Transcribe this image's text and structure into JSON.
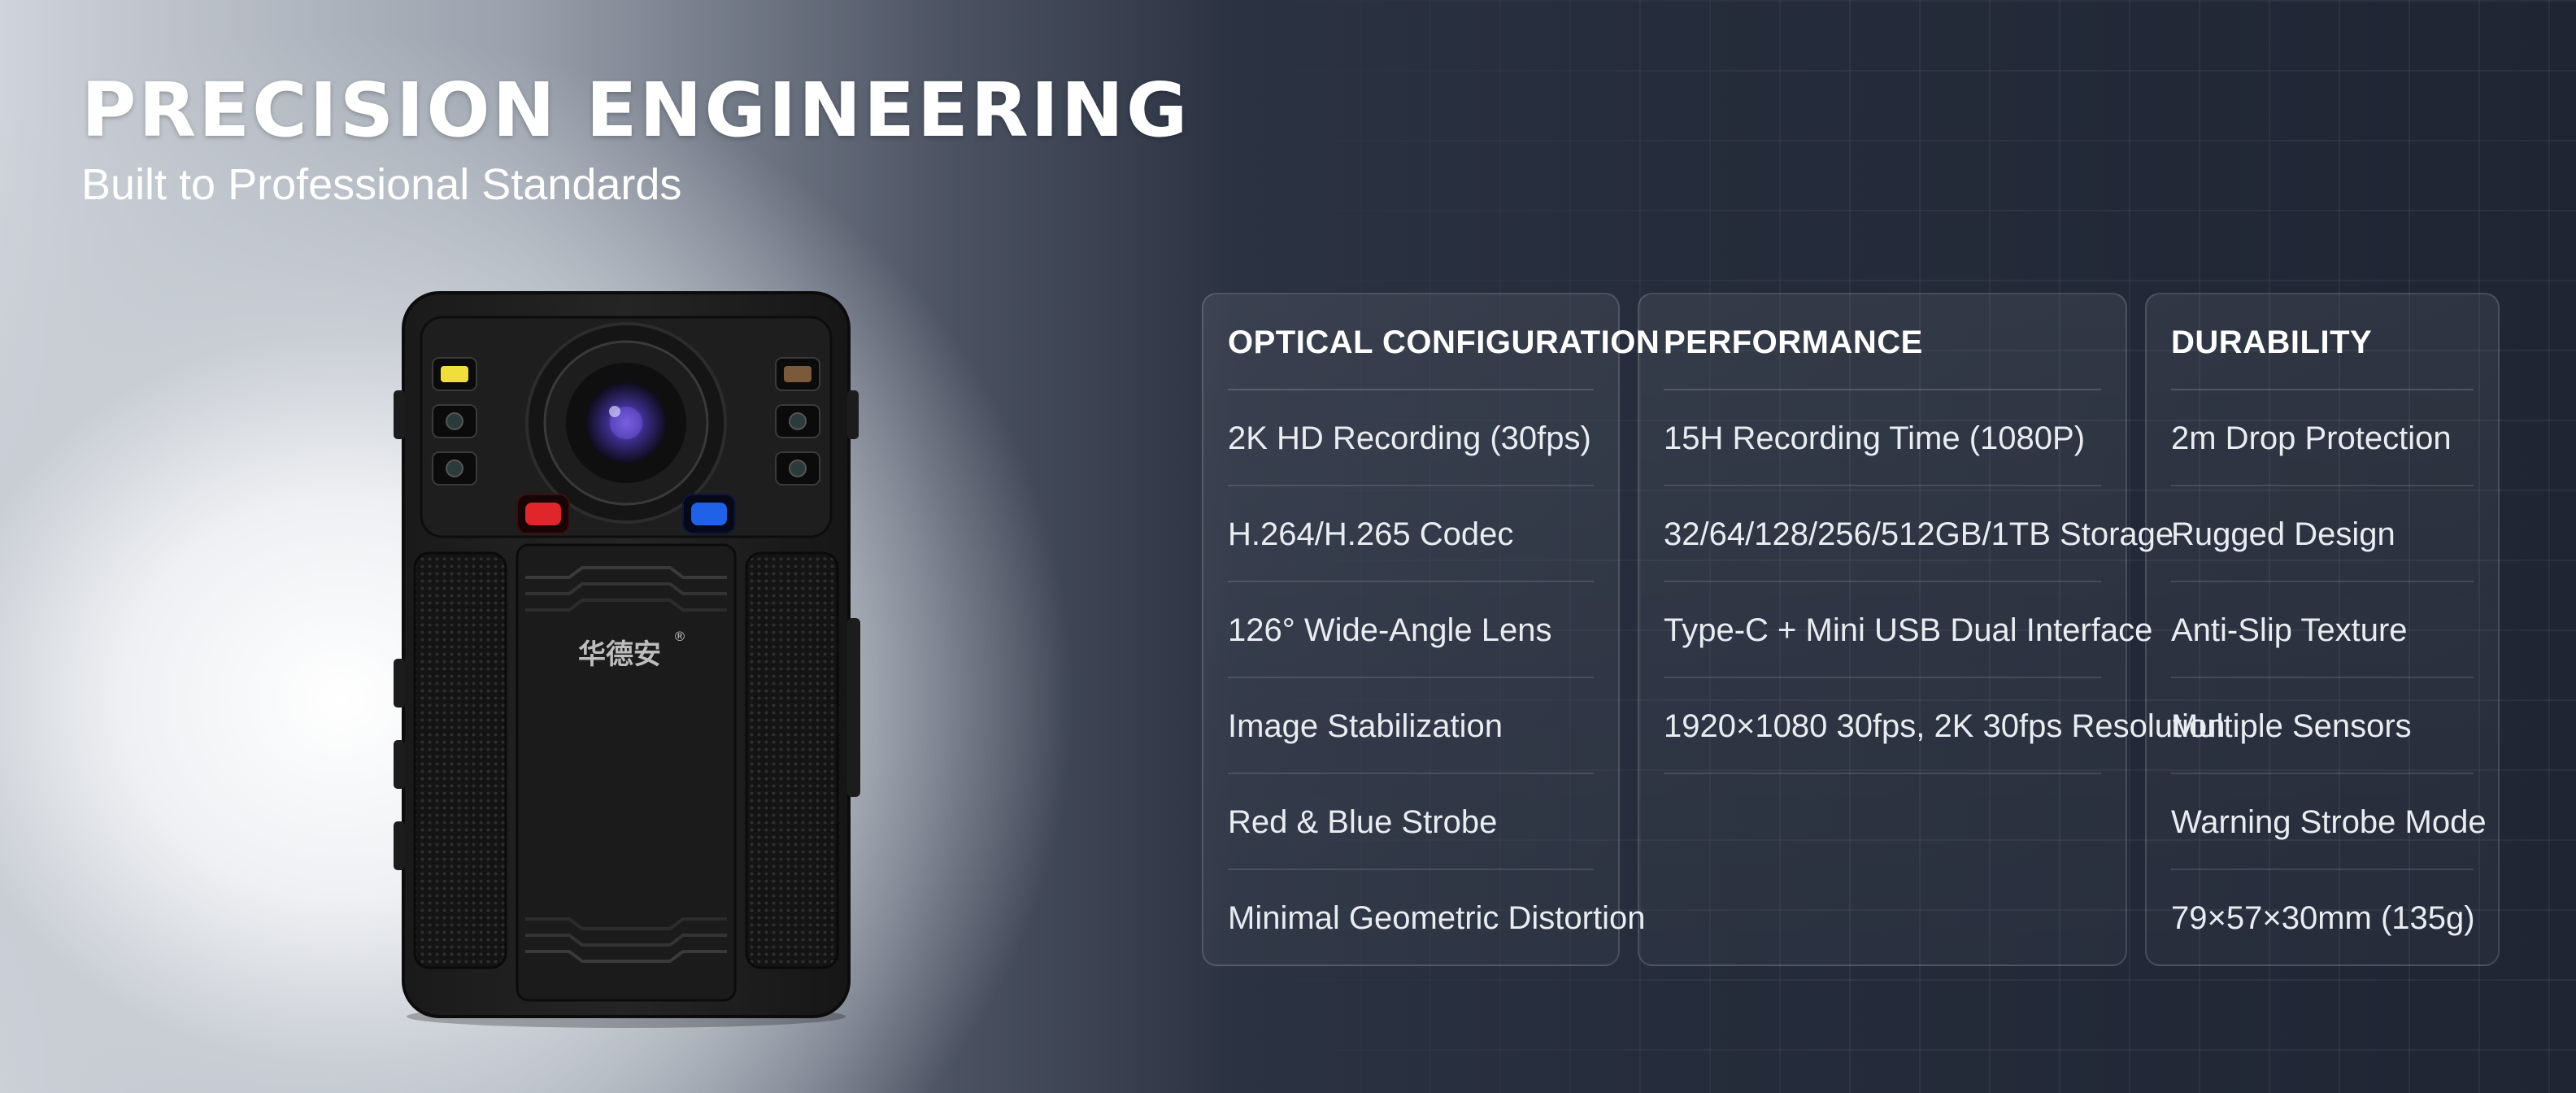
{
  "hero": {
    "title": "PRECISION ENGINEERING",
    "subtitle": "Built to Professional Standards"
  },
  "device": {
    "brand_mark": "华德安",
    "registered_symbol": "®"
  },
  "spec_cards": [
    {
      "title": "OPTICAL CONFIGURATION",
      "items": [
        "2K HD Recording (30fps)",
        "H.264/H.265 Codec",
        "126° Wide-Angle Lens",
        "Image Stabilization",
        "Red & Blue Strobe",
        "Minimal Geometric Distortion"
      ]
    },
    {
      "title": "PERFORMANCE",
      "items": [
        "15H Recording Time (1080P)",
        "32/64/128/256/512GB/1TB Storage",
        "Type-C + Mini USB Dual Interface",
        "1920×1080 30fps, 2K 30fps Resolution"
      ]
    },
    {
      "title": "DURABILITY",
      "items": [
        "2m Drop Protection",
        "Rugged Design",
        "Anti-Slip Texture",
        "Multiple Sensors",
        "Warning Strobe Mode",
        "79×57×30mm (135g)"
      ]
    }
  ],
  "colors": {
    "strobe_red": "#e0262a",
    "strobe_blue": "#1f62e8",
    "lens_purple": "#6a4fd6",
    "led_yellow": "#f2de3a"
  }
}
